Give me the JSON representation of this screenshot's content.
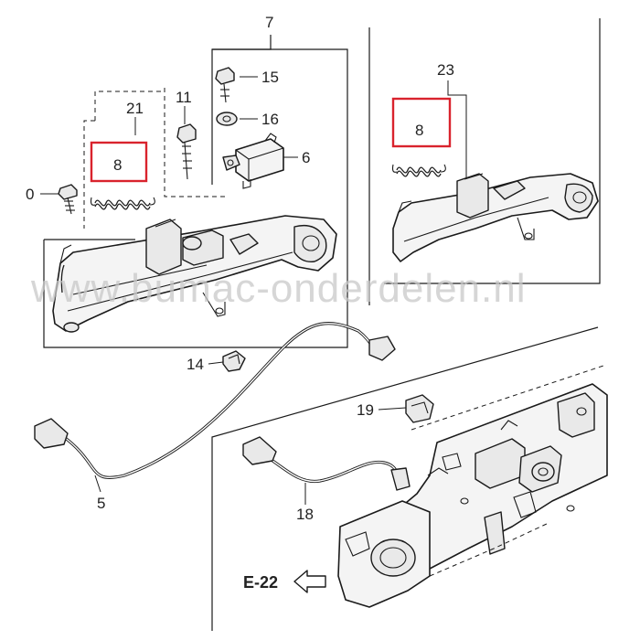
{
  "diagram": {
    "watermark": "www.bumac-onderdelen.nl",
    "callouts": {
      "c7": "7",
      "c15": "15",
      "c11": "11",
      "c21": "21",
      "c16": "16",
      "c6": "6",
      "c8_left": "8",
      "c0": "0",
      "c23": "23",
      "c8_right": "8",
      "c14": "14",
      "c19": "19",
      "c5": "5",
      "c18": "18",
      "e22": "E-22"
    },
    "highlight_color": "#d9232d"
  }
}
